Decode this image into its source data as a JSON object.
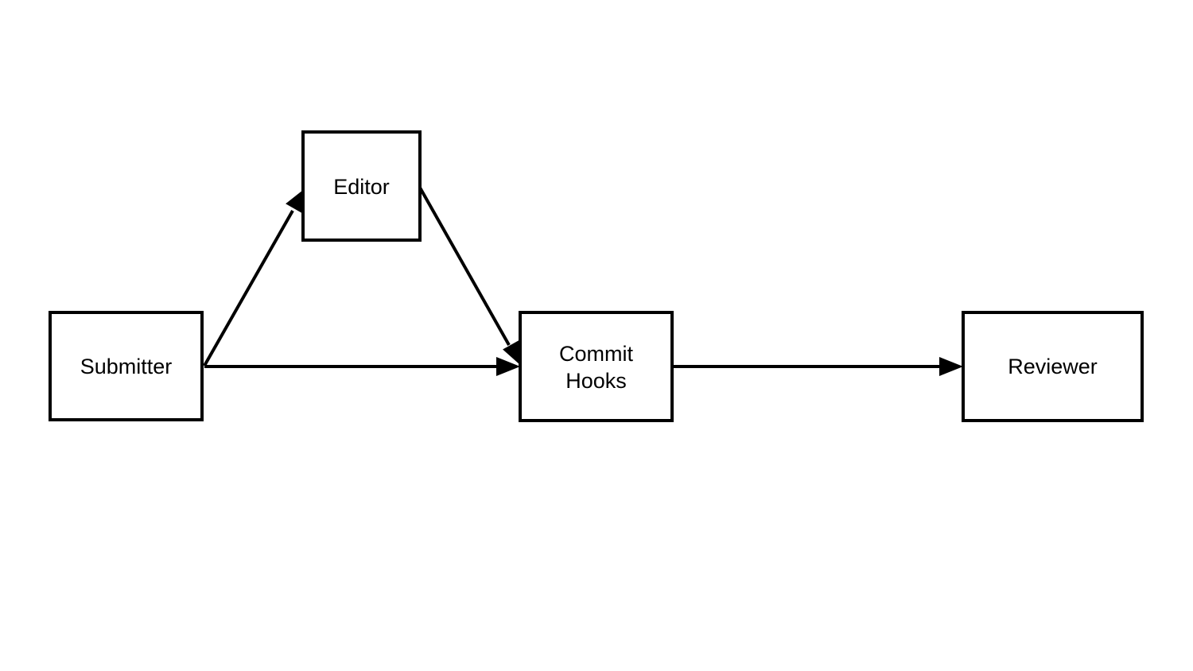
{
  "diagram": {
    "nodes": [
      {
        "id": "submitter",
        "lines": [
          "Submitter"
        ]
      },
      {
        "id": "editor",
        "lines": [
          "Editor"
        ]
      },
      {
        "id": "commit-hooks",
        "lines": [
          "Commit",
          "Hooks"
        ]
      },
      {
        "id": "reviewer",
        "lines": [
          "Reviewer"
        ]
      }
    ],
    "edges": [
      {
        "from": "submitter",
        "to": "editor"
      },
      {
        "from": "editor",
        "to": "commit-hooks"
      },
      {
        "from": "submitter",
        "to": "commit-hooks"
      },
      {
        "from": "commit-hooks",
        "to": "reviewer"
      }
    ],
    "colors": {
      "background": "#ffffff",
      "stroke": "#000000",
      "text": "#000000"
    }
  }
}
